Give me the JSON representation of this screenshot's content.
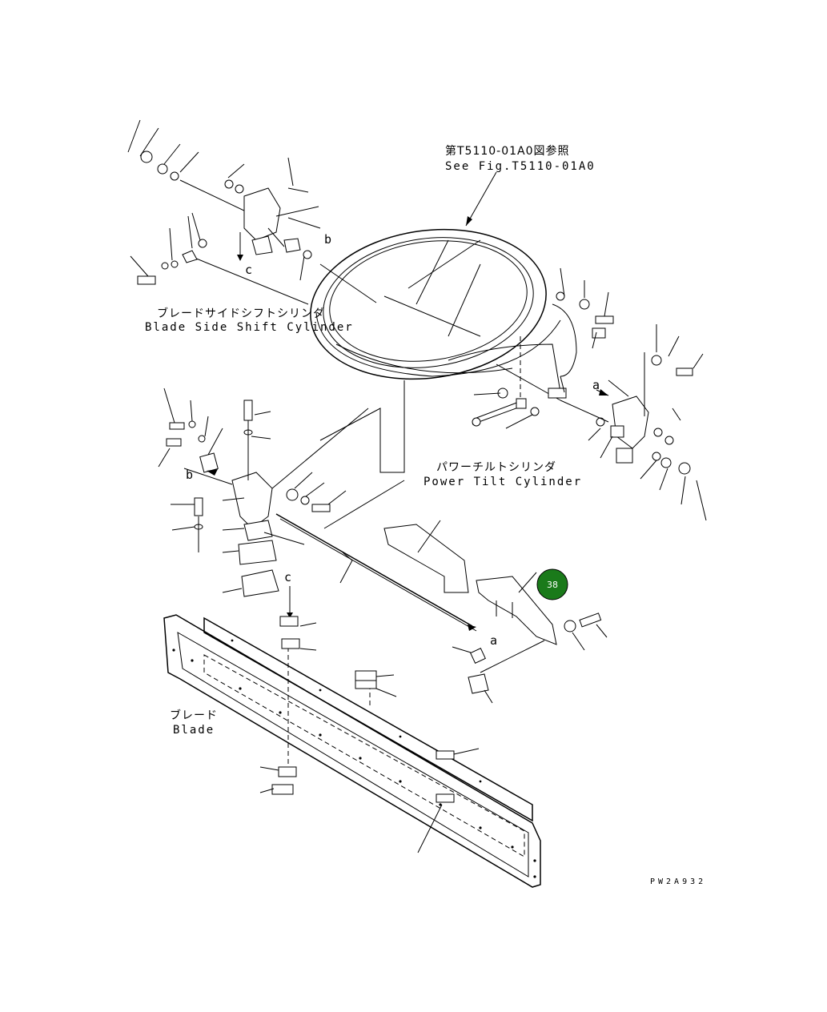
{
  "diagram": {
    "see_fig_jp": "第T5110-01A0図参照",
    "see_fig_en": "See Fig.T5110-01A0",
    "side_shift_jp": "ブレードサイドシフトシリンダ",
    "side_shift_en": "Blade Side Shift Cylinder",
    "power_tilt_jp": "パワーチルトシリンダ",
    "power_tilt_en": "Power Tilt Cylinder",
    "blade_jp": "ブレード",
    "blade_en": "Blade",
    "ref_a": "a",
    "ref_b": "b",
    "ref_c": "c",
    "drawing_code": "PW2A932"
  },
  "callout": {
    "number": "38",
    "color": "#1a7a1a"
  }
}
